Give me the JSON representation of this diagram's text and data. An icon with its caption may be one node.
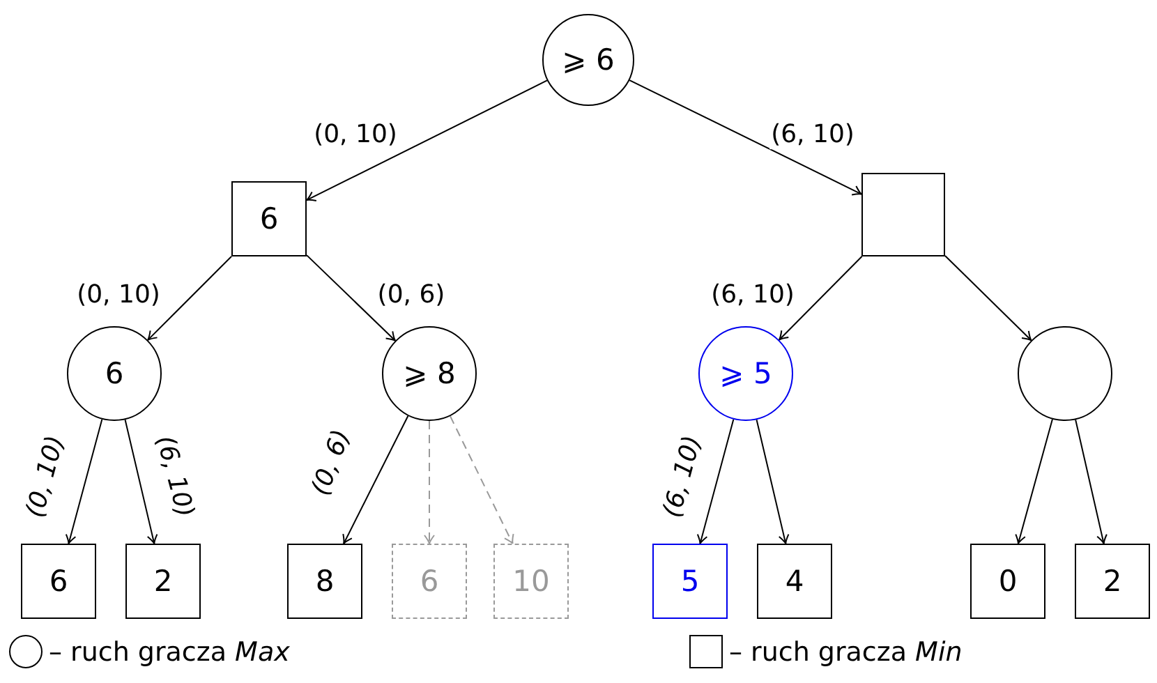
{
  "diagram": {
    "nodes": [
      {
        "text": [
          "⩾ 6"
        ]
      },
      {
        "text": [
          "6"
        ]
      },
      {
        "text": [],
        "shape": "box"
      },
      {
        "text": [
          "6"
        ]
      },
      {
        "text": [
          "⩾ 8"
        ]
      },
      {
        "text": [
          "⩾ 5"
        ]
      },
      {
        "text": [],
        "shape": "circle"
      },
      {
        "text": [
          "6"
        ]
      },
      {
        "text": [
          "2"
        ]
      },
      {
        "text": [
          "8"
        ]
      },
      {
        "text": [
          "6"
        ]
      },
      {
        "text": [
          "10"
        ]
      },
      {
        "text": [
          "5"
        ]
      },
      {
        "text": [
          "4"
        ]
      },
      {
        "text": [
          "0"
        ]
      },
      {
        "text": [
          "2"
        ]
      }
    ],
    "edges": [
      {
        "from": 0,
        "to": 1,
        "arrow": "to",
        "label": "(0, 10)"
      },
      {
        "from": 0,
        "to": 2,
        "arrow": "to",
        "label": "(6, 10)"
      },
      {
        "from": 1,
        "to": 3,
        "arrow": "to",
        "label": "(0, 10)"
      },
      {
        "from": 1,
        "to": 4,
        "arrow": "to",
        "label": "(0, 6)"
      },
      {
        "from": 2,
        "to": 5,
        "arrow": "to",
        "label": "(6, 10)"
      },
      {
        "from": 2,
        "to": 6,
        "arrow": "to"
      },
      {
        "from": 3,
        "to": 7,
        "arrow": "to",
        "label": "(0, 10)"
      },
      {
        "from": 3,
        "to": 8,
        "arrow": "to",
        "label": "(6, 10)"
      },
      {
        "from": 4,
        "to": 9,
        "arrow": "to",
        "label": "(0, 6)"
      },
      {
        "from": 4,
        "to": 10,
        "arrow": "to",
        "style": "dashed",
        "color": "#999999"
      },
      {
        "from": 4,
        "to": 11,
        "arrow": "to",
        "style": "dashed",
        "color": "#999999"
      },
      {
        "from": 5,
        "to": 12,
        "arrow": "to",
        "label": "(6, 10)"
      },
      {
        "from": 5,
        "to": 13,
        "arrow": "to"
      },
      {
        "from": 6,
        "to": 14,
        "arrow": "to"
      },
      {
        "from": 6,
        "to": 15,
        "arrow": "to"
      }
    ],
    "legend": [
      {
        "text": "– ruch gracza *Max*"
      },
      {
        "text": "– ruch gracza *Min*"
      }
    ]
  }
}
